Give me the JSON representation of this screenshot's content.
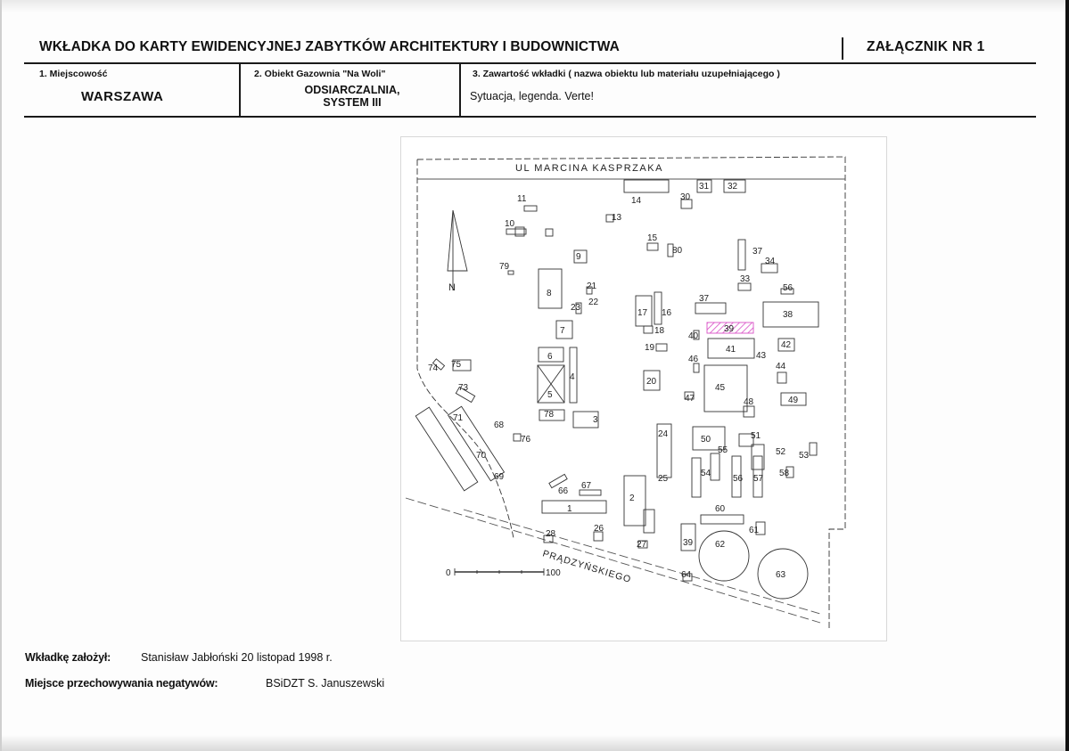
{
  "header": {
    "title": "WKŁADKA DO KARTY EWIDENCYJNEJ ZABYTKÓW ARCHITEKTURY I BUDOWNICTWA",
    "annex": "ZAŁĄCZNIK NR 1"
  },
  "fields": {
    "locality_label": "1. Miejscowość",
    "locality_value": "WARSZAWA",
    "object_label": "2. Obiekt   Gazownia \"Na Woli\"",
    "object_value_line1": "ODSIARCZALNIA,",
    "object_value_line2": "SYSTEM III",
    "content_label": "3. Zawartość wkładki ( nazwa obiektu lub materiału uzupełniającego )",
    "content_value": "Sytuacja, legenda. Verte!"
  },
  "map": {
    "street_north": "UL  MARCINA  KASPRZAKA",
    "street_south": "PRĄDZYŃSKIEGO",
    "north_label": "N",
    "scale_start": "0",
    "scale_end": "100",
    "highlight_color": "#d94fc6",
    "labels": [
      "1",
      "2",
      "3",
      "4",
      "5",
      "6",
      "7",
      "8",
      "9",
      "10",
      "11",
      "13",
      "14",
      "15",
      "16",
      "17",
      "18",
      "19",
      "20",
      "21",
      "22",
      "23",
      "24",
      "25",
      "26",
      "27",
      "28",
      "30",
      "31",
      "32",
      "33",
      "34",
      "37",
      "37",
      "38",
      "39",
      "39",
      "40",
      "41",
      "42",
      "43",
      "44",
      "45",
      "46",
      "47",
      "48",
      "49",
      "50",
      "51",
      "52",
      "53",
      "54",
      "55",
      "56",
      "56",
      "57",
      "58",
      "60",
      "61",
      "62",
      "63",
      "64",
      "66",
      "67",
      "68",
      "69",
      "70",
      "71",
      "73",
      "74",
      "75",
      "76",
      "78",
      "79",
      "80"
    ]
  },
  "footer": {
    "author_label": "Wkładkę założył:",
    "author_value": "Stanisław Jabłoński  20 listopad 1998 r.",
    "negatives_label": "Miejsce przechowywania negatywów:",
    "negatives_value": "BSiDZT S. Januszewski"
  }
}
